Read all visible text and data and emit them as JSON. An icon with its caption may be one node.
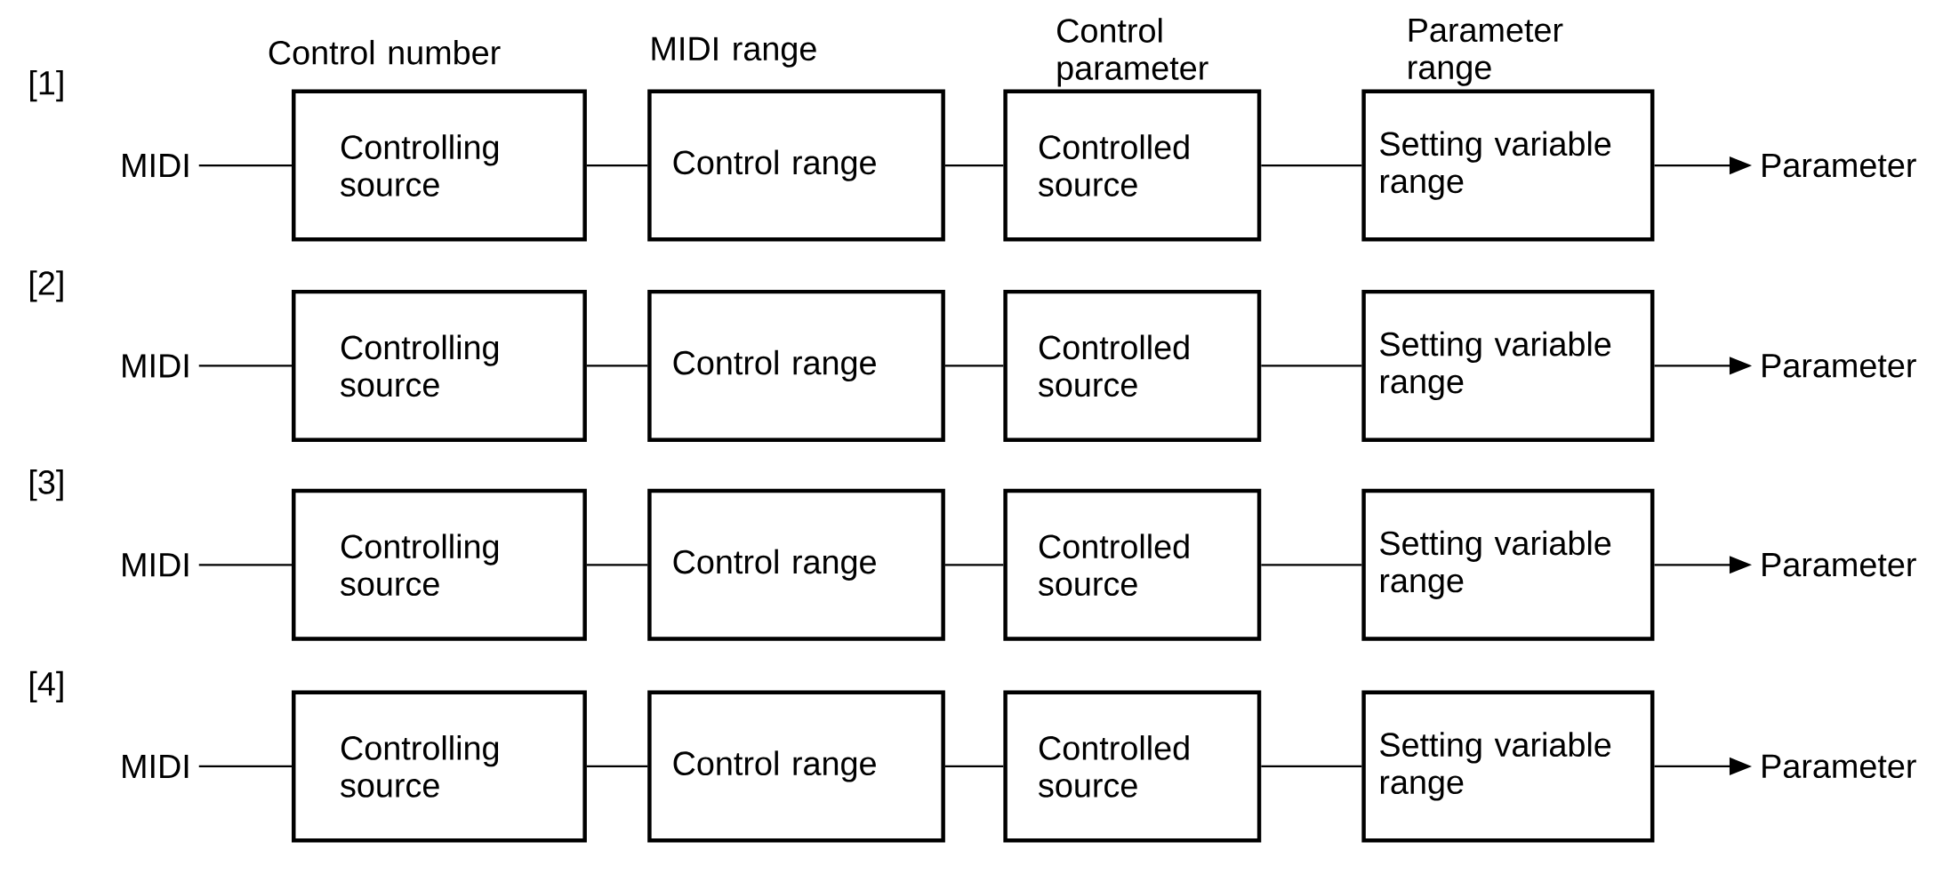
{
  "diagram": {
    "nodes": [
      {
        "text": [
          "MIDI"
        ]
      },
      {
        "text": [
          "Controlling source"
        ]
      },
      {
        "text": [
          "Control range"
        ]
      },
      {
        "text": [
          "Controlled source"
        ]
      },
      {
        "text": [
          "Setting variable range"
        ]
      },
      {
        "text": [
          "Parameter"
        ]
      },
      {
        "text": [
          "MIDI"
        ]
      },
      {
        "text": [
          "Controlling source"
        ]
      },
      {
        "text": [
          "Control range"
        ]
      },
      {
        "text": [
          "Controlled source"
        ]
      },
      {
        "text": [
          "Setting variable range"
        ]
      },
      {
        "text": [
          "Parameter"
        ]
      },
      {
        "text": [
          "MIDI"
        ]
      },
      {
        "text": [
          "Controlling source"
        ]
      },
      {
        "text": [
          "Control range"
        ]
      },
      {
        "text": [
          "Controlled source"
        ]
      },
      {
        "text": [
          "Setting variable range"
        ]
      },
      {
        "text": [
          "Parameter"
        ]
      },
      {
        "text": [
          "MIDI"
        ]
      },
      {
        "text": [
          "Controlling source"
        ]
      },
      {
        "text": [
          "Control range"
        ]
      },
      {
        "text": [
          "Controlled source"
        ]
      },
      {
        "text": [
          "Setting variable range"
        ]
      },
      {
        "text": [
          "Parameter"
        ]
      }
    ],
    "edges": [
      {
        "from": 0,
        "to": 1,
        "arrow": "none"
      },
      {
        "from": 1,
        "to": 2,
        "arrow": "none"
      },
      {
        "from": 2,
        "to": 3,
        "arrow": "none"
      },
      {
        "from": 3,
        "to": 4,
        "arrow": "none"
      },
      {
        "from": 4,
        "to": 5,
        "arrow": "to"
      },
      {
        "from": 6,
        "to": 7,
        "arrow": "none"
      },
      {
        "from": 7,
        "to": 8,
        "arrow": "none"
      },
      {
        "from": 8,
        "to": 9,
        "arrow": "none"
      },
      {
        "from": 9,
        "to": 10,
        "arrow": "none"
      },
      {
        "from": 10,
        "to": 11,
        "arrow": "to"
      },
      {
        "from": 12,
        "to": 13,
        "arrow": "none"
      },
      {
        "from": 13,
        "to": 14,
        "arrow": "none"
      },
      {
        "from": 14,
        "to": 15,
        "arrow": "none"
      },
      {
        "from": 15,
        "to": 16,
        "arrow": "none"
      },
      {
        "from": 16,
        "to": 17,
        "arrow": "to"
      },
      {
        "from": 18,
        "to": 19,
        "arrow": "none"
      },
      {
        "from": 19,
        "to": 20,
        "arrow": "none"
      },
      {
        "from": 20,
        "to": 21,
        "arrow": "none"
      },
      {
        "from": 21,
        "to": 22,
        "arrow": "none"
      },
      {
        "from": 22,
        "to": 23,
        "arrow": "to"
      }
    ],
    "labels": [
      "Control number",
      "MIDI range",
      "Control parameter",
      "Parameter range",
      "[1]",
      "[2]",
      "[3]",
      "[4]"
    ]
  }
}
